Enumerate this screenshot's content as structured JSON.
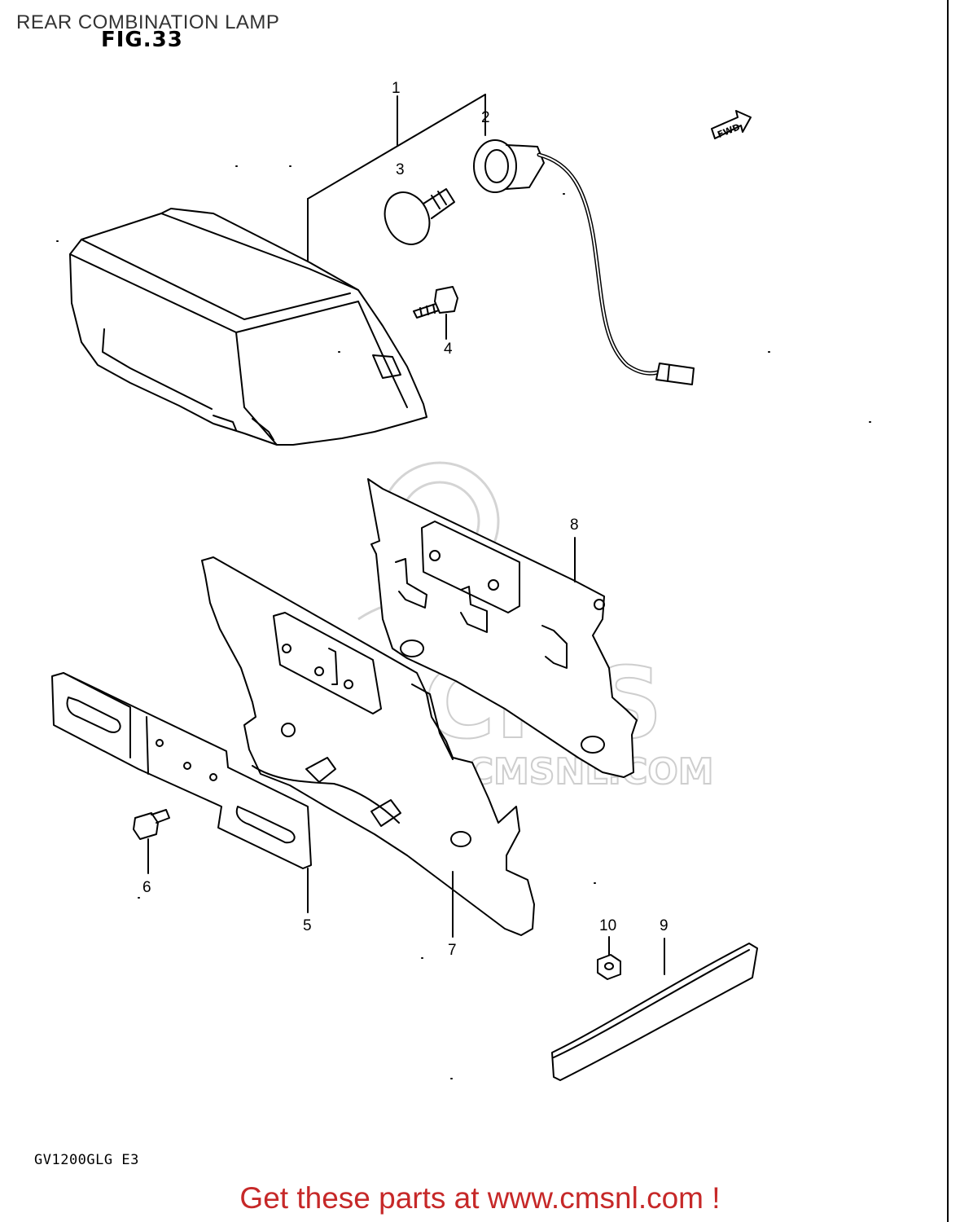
{
  "header": {
    "title": "REAR COMBINATION LAMP",
    "figure": "FIG.33"
  },
  "model_code": "GV1200GLG E3",
  "direction_marker": "FWD",
  "watermark": {
    "logo_text": "CMS",
    "url_text": "WWW.CMSNL.COM"
  },
  "parts": [
    {
      "number": "1",
      "name": "rear-combination-lamp"
    },
    {
      "number": "2",
      "name": "bulb-socket"
    },
    {
      "number": "3",
      "name": "bulb"
    },
    {
      "number": "4",
      "name": "screw"
    },
    {
      "number": "5",
      "name": "license-bracket"
    },
    {
      "number": "6",
      "name": "bolt"
    },
    {
      "number": "7",
      "name": "mounting-plate"
    },
    {
      "number": "8",
      "name": "lamp-bracket"
    },
    {
      "number": "9",
      "name": "reflector"
    },
    {
      "number": "10",
      "name": "nut"
    }
  ],
  "footer": {
    "link_text": "Get these parts at www.cmsnl.com !"
  },
  "colors": {
    "line": "#000000",
    "watermark": "#c9c9c9",
    "footer_text": "#c62828"
  }
}
